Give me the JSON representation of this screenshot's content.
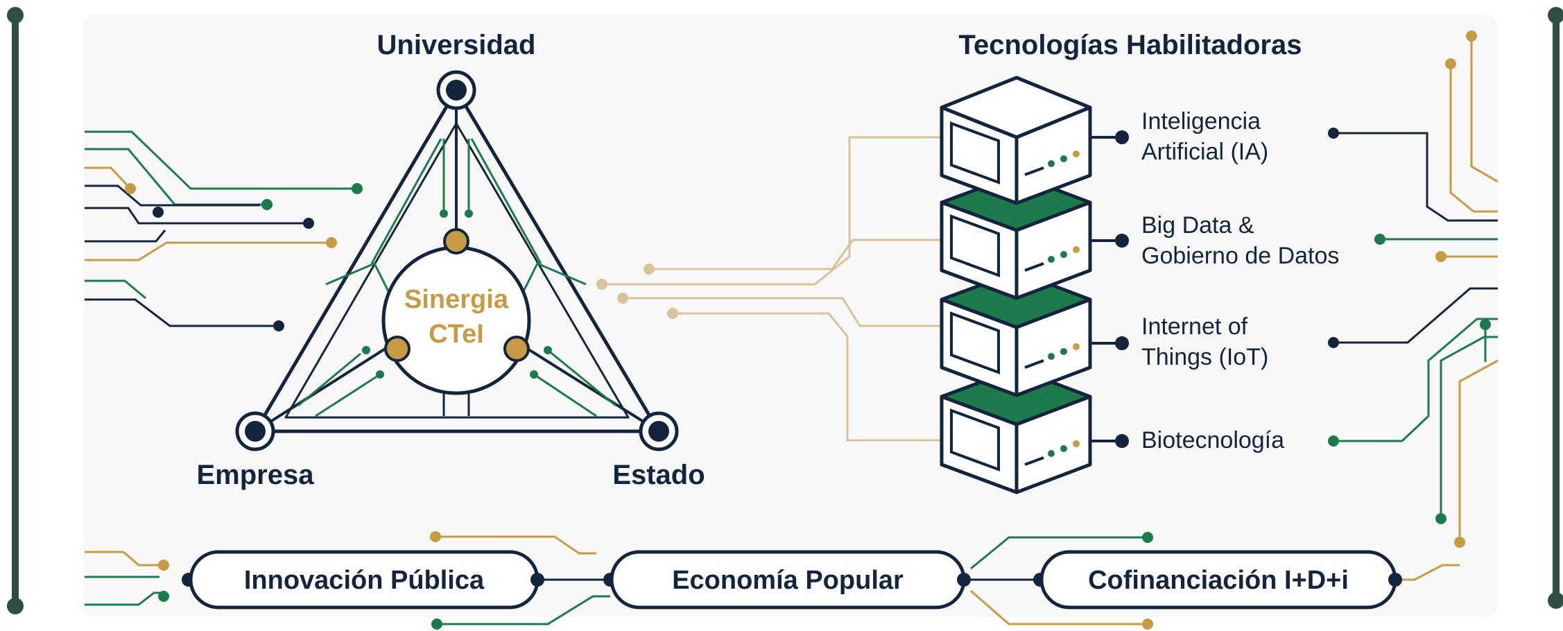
{
  "colors": {
    "navy": "#13253d",
    "green": "#1d7a4c",
    "gold": "#c79a44",
    "tan": "#d8c49a",
    "frame": "#2f4f45",
    "panel": "#f6f7f6"
  },
  "triangle": {
    "top_label": "Universidad",
    "left_label": "Empresa",
    "right_label": "Estado",
    "center_line1": "Sinergia",
    "center_line2": "CTeI"
  },
  "tech": {
    "title": "Tecnologías Habilitadoras",
    "items": [
      {
        "line1": "Inteligencia",
        "line2": "Artificial (IA)"
      },
      {
        "line1": "Big Data &",
        "line2": "Gobierno de Datos"
      },
      {
        "line1": "Internet of",
        "line2": "Things (IoT)"
      },
      {
        "line1": "Biotecnología",
        "line2": ""
      }
    ]
  },
  "pills": [
    "Innovación Pública",
    "Economía Popular",
    "Cofinanciación I+D+i"
  ]
}
